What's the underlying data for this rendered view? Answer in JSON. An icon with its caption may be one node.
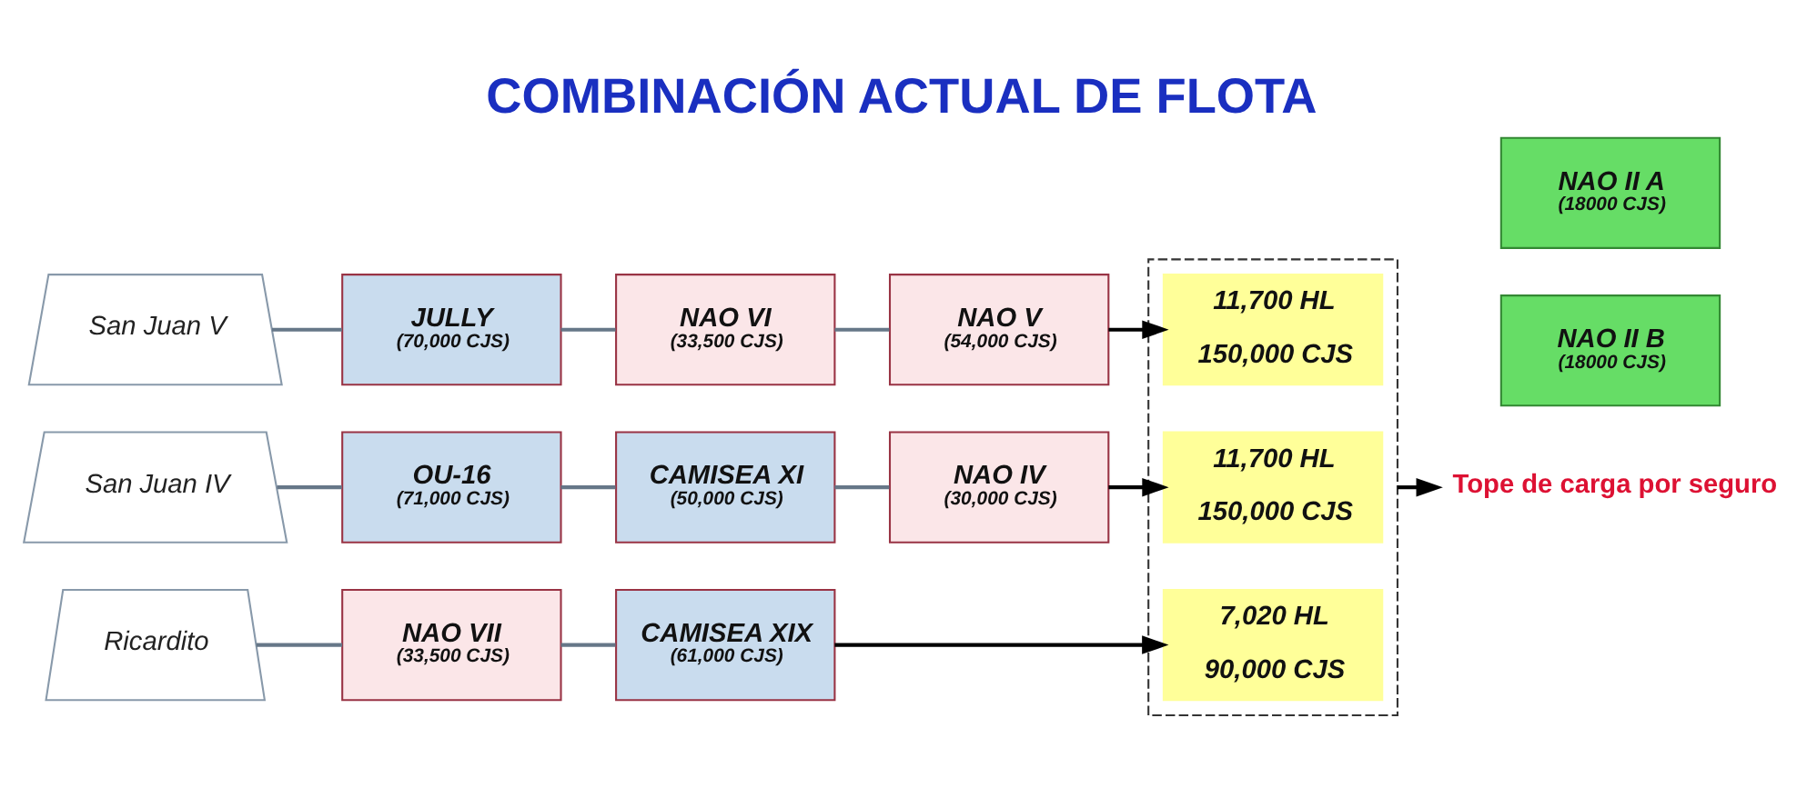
{
  "diagram": {
    "title": "COMBINACIÓN ACTUAL DE FLOTA",
    "nodes": [
      {
        "text": [
          "San Juan V"
        ]
      },
      {
        "text": [
          "JULLY",
          "(70,000 CJS)"
        ]
      },
      {
        "text": [
          "NAO VI",
          "(33,500 CJS)"
        ]
      },
      {
        "text": [
          "NAO V",
          "(54,000 CJS)"
        ]
      },
      {
        "text": [
          "San Juan IV"
        ]
      },
      {
        "text": [
          "OU-16",
          "(71,000 CJS)"
        ]
      },
      {
        "text": [
          "CAMISEA XI",
          "(50,000 CJS)"
        ]
      },
      {
        "text": [
          "NAO IV",
          "(30,000 CJS)"
        ]
      },
      {
        "text": [
          "Ricardito"
        ]
      },
      {
        "text": [
          "NAO VII",
          "(33,500 CJS)"
        ]
      },
      {
        "text": [
          "CAMISEA XIX",
          "(61,000 CJS)"
        ]
      },
      {
        "text": [],
        "shape": "box"
      },
      {
        "text": [
          "11,700 HL",
          "150,000 CJS"
        ],
        "in": 11
      },
      {
        "text": [
          "11,700 HL",
          "150,000 CJS"
        ],
        "in": 11
      },
      {
        "text": [
          "7,020 HL",
          "90,000 CJS"
        ],
        "in": 11
      },
      {
        "text": [
          "NAO II A",
          "(18000 CJS)"
        ]
      },
      {
        "text": [
          "NAO II B",
          "(18000 CJS)"
        ]
      },
      {
        "text": [
          "Tope de carga por seguro"
        ]
      }
    ],
    "edges": [
      {
        "from": 0,
        "to": 1,
        "arrow": "none"
      },
      {
        "from": 1,
        "to": 2,
        "arrow": "none"
      },
      {
        "from": 2,
        "to": 3,
        "arrow": "none"
      },
      {
        "from": 3,
        "to": 12,
        "arrow": "to",
        "color": "#000000"
      },
      {
        "from": 4,
        "to": 5,
        "arrow": "none"
      },
      {
        "from": 5,
        "to": 6,
        "arrow": "none"
      },
      {
        "from": 6,
        "to": 7,
        "arrow": "none"
      },
      {
        "from": 7,
        "to": 13,
        "arrow": "to",
        "color": "#000000"
      },
      {
        "from": 8,
        "to": 9,
        "arrow": "none"
      },
      {
        "from": 9,
        "to": 10,
        "arrow": "none"
      },
      {
        "from": 10,
        "to": 14,
        "arrow": "to",
        "color": "#000000"
      },
      {
        "from": 11,
        "to": 17,
        "arrow": "to",
        "color": "#000000"
      }
    ]
  }
}
